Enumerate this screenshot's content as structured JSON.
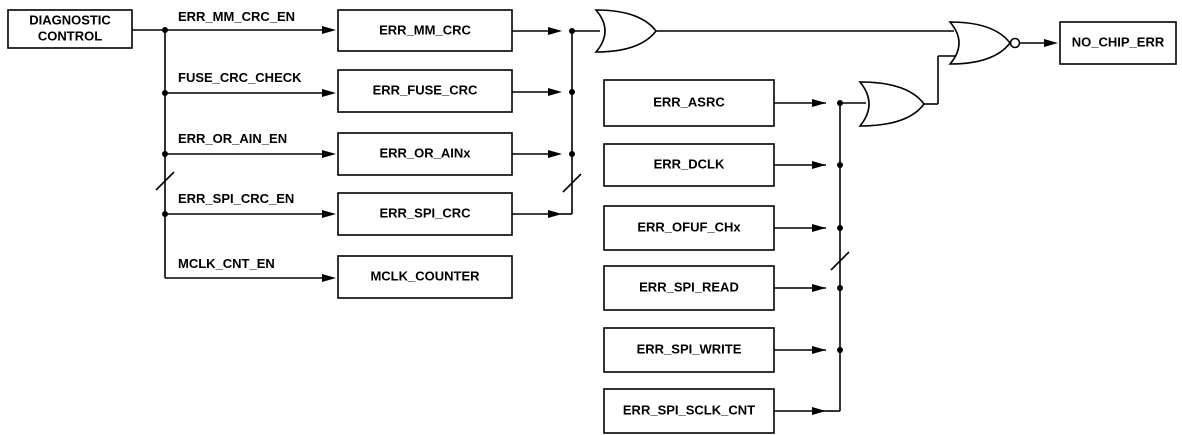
{
  "control": {
    "line1": "DIAGNOSTIC",
    "line2": "CONTROL"
  },
  "enables": {
    "mm_crc": "ERR_MM_CRC_EN",
    "fuse_crc": "FUSE_CRC_CHECK",
    "or_ain": "ERR_OR_AIN_EN",
    "spi_crc": "ERR_SPI_CRC_EN",
    "mclk_cnt": "MCLK_CNT_EN"
  },
  "left_blocks": {
    "mm_crc": "ERR_MM_CRC",
    "fuse_crc": "ERR_FUSE_CRC",
    "or_ain": "ERR_OR_AINx",
    "spi_crc": "ERR_SPI_CRC",
    "mclk_counter": "MCLK_COUNTER"
  },
  "right_blocks": {
    "asrc": "ERR_ASRC",
    "dclk": "ERR_DCLK",
    "ofuf": "ERR_OFUF_CHx",
    "spi_read": "ERR_SPI_READ",
    "spi_write": "ERR_SPI_WRITE",
    "spi_sclk_cnt": "ERR_SPI_SCLK_CNT"
  },
  "output": {
    "label": "NO_CHIP_ERR"
  }
}
